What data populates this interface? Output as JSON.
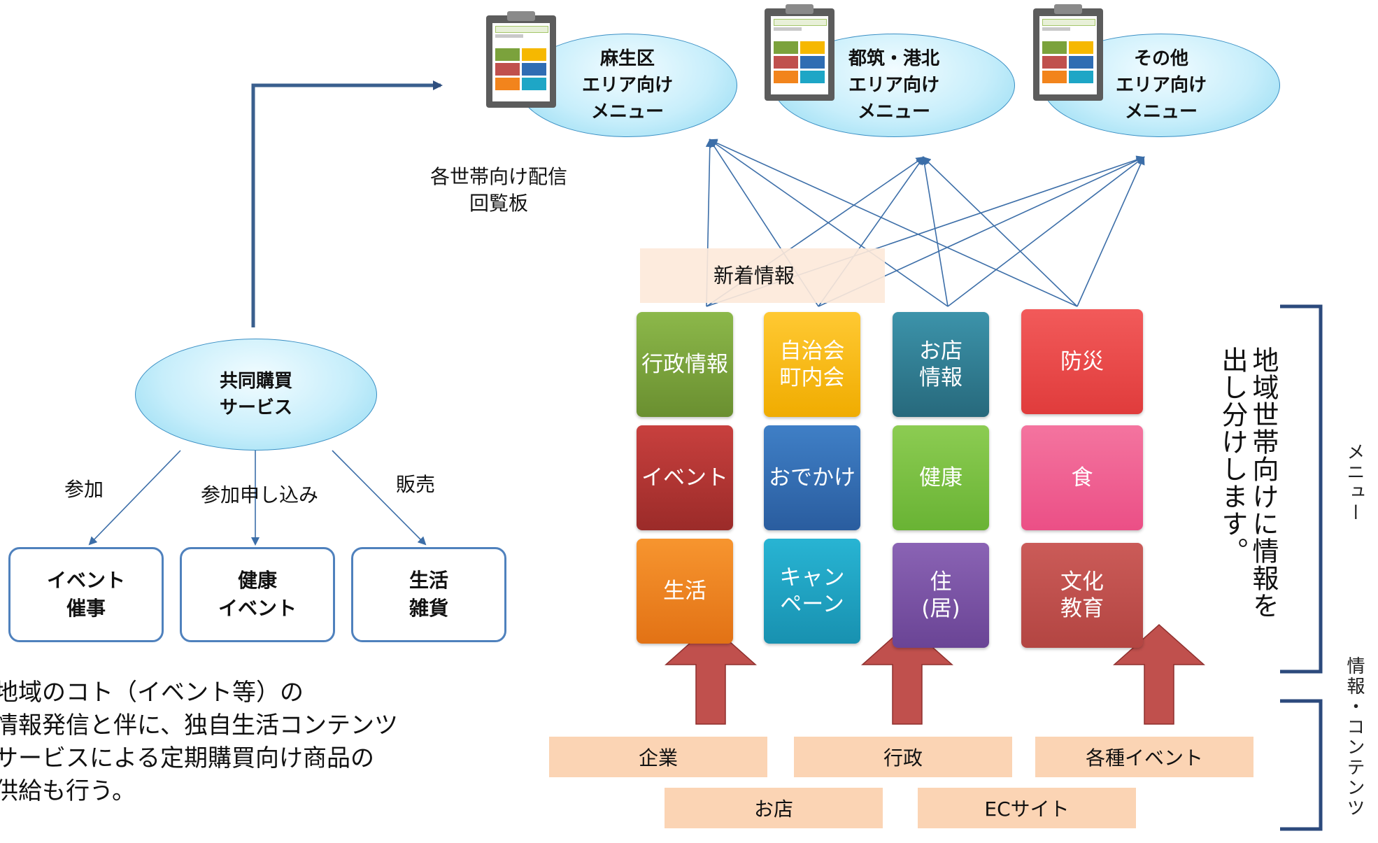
{
  "areas": [
    {
      "label": "麻生区\nエリア向け\nメニュー"
    },
    {
      "label": "都筑・港北\nエリア向け\nメニュー"
    },
    {
      "label": "その他\nエリア向け\nメニュー"
    }
  ],
  "broadcast_label": "各世帯向け配信\n回覧板",
  "new_info_label": "新着情報",
  "menu_tiles": [
    {
      "label": "行政情報",
      "color": "#7ba23c"
    },
    {
      "label": "自治会\n町内会",
      "color": "#f6b800"
    },
    {
      "label": "お店\n情報",
      "color": "#2f7f95"
    },
    {
      "label": "防災",
      "color": "#ef4b4b"
    },
    {
      "label": "イベント",
      "color": "#b53533"
    },
    {
      "label": "おでかけ",
      "color": "#2f6db3"
    },
    {
      "label": "健康",
      "color": "#7ac143"
    },
    {
      "label": "食",
      "color": "#f06292"
    },
    {
      "label": "生活",
      "color": "#f2841c"
    },
    {
      "label": "キャン\nペーン",
      "color": "#1ea6c6"
    },
    {
      "label": "住\n(居)",
      "color": "#7b52a6"
    },
    {
      "label": "文化\n教育",
      "color": "#c0504d"
    }
  ],
  "sources_top": [
    "企業",
    "行政",
    "各種イベント"
  ],
  "sources_bottom": [
    "お店",
    "ECサイト"
  ],
  "side_caption": "地域世帯向けに情報を\n出し分けします。",
  "bracket_labels": {
    "menu": "メニュー",
    "info": "情報・コンテンツ"
  },
  "joint_purchase": {
    "label": "共同購買\nサービス"
  },
  "branch_labels": [
    "参加",
    "参加申し込み",
    "販売"
  ],
  "outcomes": [
    {
      "label": "イベント\n催事"
    },
    {
      "label": "健康\nイベント"
    },
    {
      "label": "生活\n雑貨"
    }
  ],
  "description": "地域のコト（イベント等）の\n情報発信と伴に、独自生活コンテンツ\nサービスによる定期購買向け商品の\n供給も行う。",
  "colors": {
    "arrow_blue": "#3c6ea8",
    "up_arrow": "#c0504d",
    "source_fill": "#fbd4b4",
    "bracket": "#2c4a7c"
  }
}
